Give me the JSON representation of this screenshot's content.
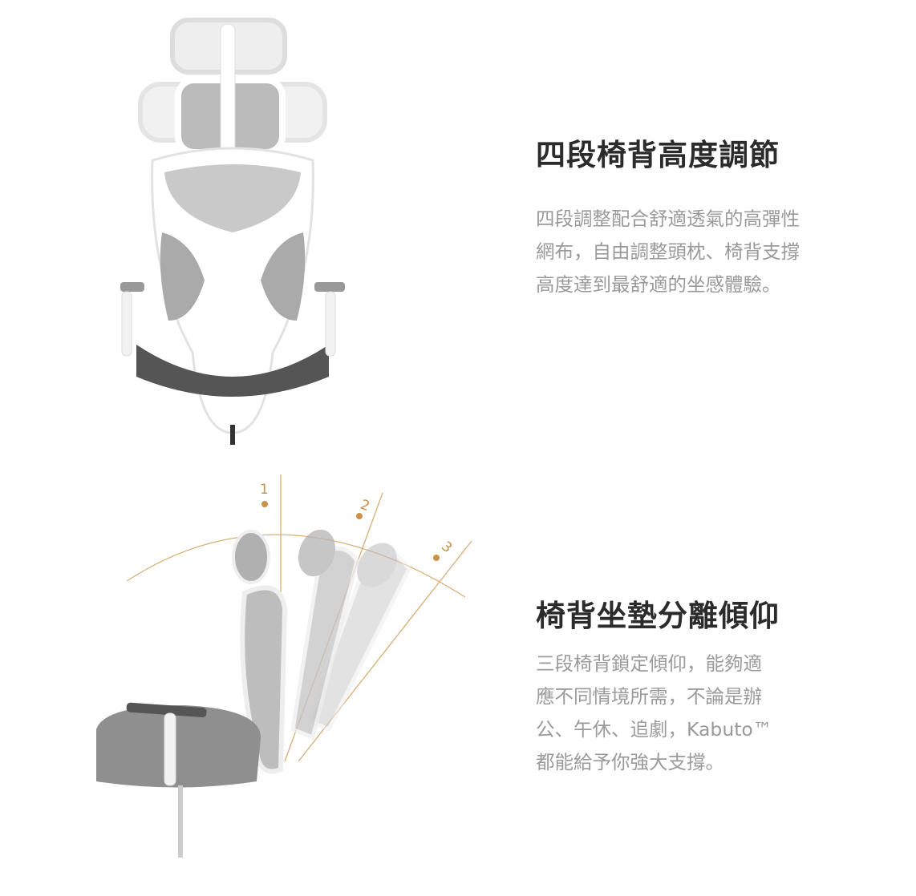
{
  "section1": {
    "title": "四段椅背高度調節",
    "lines": [
      "四段調整配合舒適透氣的高彈性",
      "網布，自由調整頭枕、椅背支撐",
      "高度達到最舒適的坐感體驗。"
    ]
  },
  "section2": {
    "title": "椅背坐墊分離傾仰",
    "lines": [
      "三段椅背鎖定傾仰，能夠適",
      "應不同情境所需，不論是辦",
      "公、午休、追劇，Kabuto™",
      "都能給予你強大支撐。"
    ],
    "tilt_labels": [
      "1",
      "2",
      "3"
    ]
  },
  "colors": {
    "accent": "#c8924a",
    "title": "#2b2b2b",
    "body": "#9a9a9a"
  }
}
